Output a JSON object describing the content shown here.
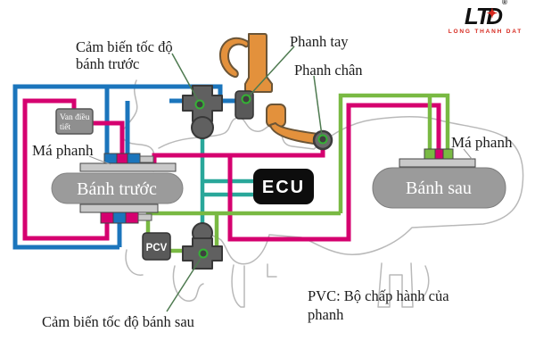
{
  "logo": {
    "part1": "LT",
    "star": "✦",
    "part2": "D",
    "registered": "®",
    "subtitle": "LONG THANH DAT"
  },
  "labels": {
    "front_sensor_line1": "Cảm biến tốc độ",
    "front_sensor_line2": "bánh trước",
    "hand_brake": "Phanh tay",
    "foot_brake": "Phanh chân",
    "brake_pad_left": "Má phanh",
    "brake_pad_right": "Má phanh",
    "front_wheel": "Bánh trước",
    "rear_wheel": "Bánh sau",
    "regulator_valve_line1": "Van điều",
    "regulator_valve_line2": "tiết",
    "ecu": "ECU",
    "pcv": "PCV",
    "rear_sensor": "Cảm biến tốc độ bánh sau",
    "caption_line1": "PVC: Bộ chấp hành của",
    "caption_line2": "phanh"
  },
  "colors": {
    "blue": "#1b75bc",
    "teal": "#29a79a",
    "pink": "#d5006f",
    "green": "#79b943",
    "orange": "#e3913c",
    "wheel_gray": "#9b9b9b",
    "plate_gray": "#c9c9c9",
    "sensor_gray": "#606060",
    "valve_box_gray": "#8f8f8f",
    "dark_box_gray": "#595959",
    "ecu_black": "#0d0d0d",
    "outline_gray": "#b9b9b9",
    "leader_green": "#4e7a50",
    "dot_green": "#35b135",
    "logo_red": "#d6281e"
  }
}
